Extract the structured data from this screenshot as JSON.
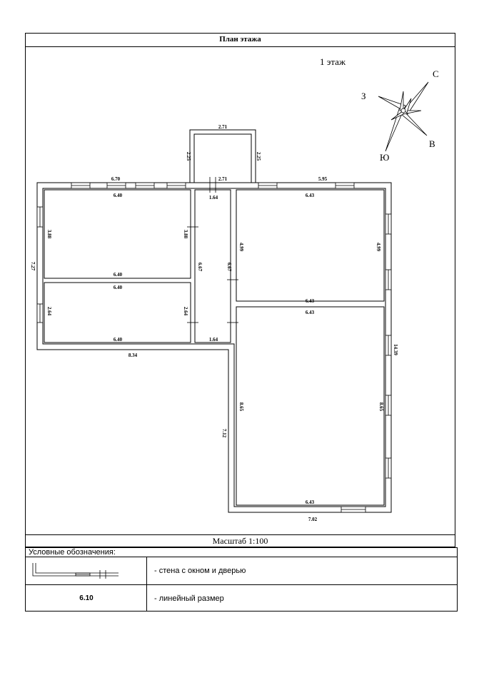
{
  "header": {
    "title": "План этажа",
    "floor": "1 этаж"
  },
  "compass": {
    "n": "С",
    "s": "Ю",
    "e": "В",
    "w": "З"
  },
  "dimensions": {
    "porch_top": "2.71",
    "porch_left": "2.25",
    "porch_right": "2.25",
    "top_left": "6.70",
    "top_mid": "2.71",
    "top_right": "5.95",
    "left_total": "7.27",
    "r1_top": "6.40",
    "r1_left": "3.88",
    "r1_right": "3.88",
    "r1_bottom": "6.40",
    "r2_top": "6.40",
    "r2_left": "2.64",
    "r2_right": "2.64",
    "r2_bottom": "6.40",
    "corr_top": "1.64",
    "corr_left": "6.67",
    "corr_right": "6.67",
    "corr_bottom": "1.64",
    "r3_top": "6.43",
    "r3_left": "4.99",
    "r3_right": "4.99",
    "r3_bottom": "6.43",
    "r4_top": "6.43",
    "r4_left": "8.65",
    "r4_right": "8.65",
    "r4_bottom": "6.43",
    "bottom_left": "8.34",
    "right_total": "14.39",
    "lower_left": "7.12",
    "bottom_right": "7.02"
  },
  "scale": "Масштаб 1:100",
  "legend": {
    "header": "Условные обозначения:",
    "wall_desc": "- стена с окном и дверью",
    "size_sample": "6.10",
    "size_desc": "- линейный размер"
  }
}
